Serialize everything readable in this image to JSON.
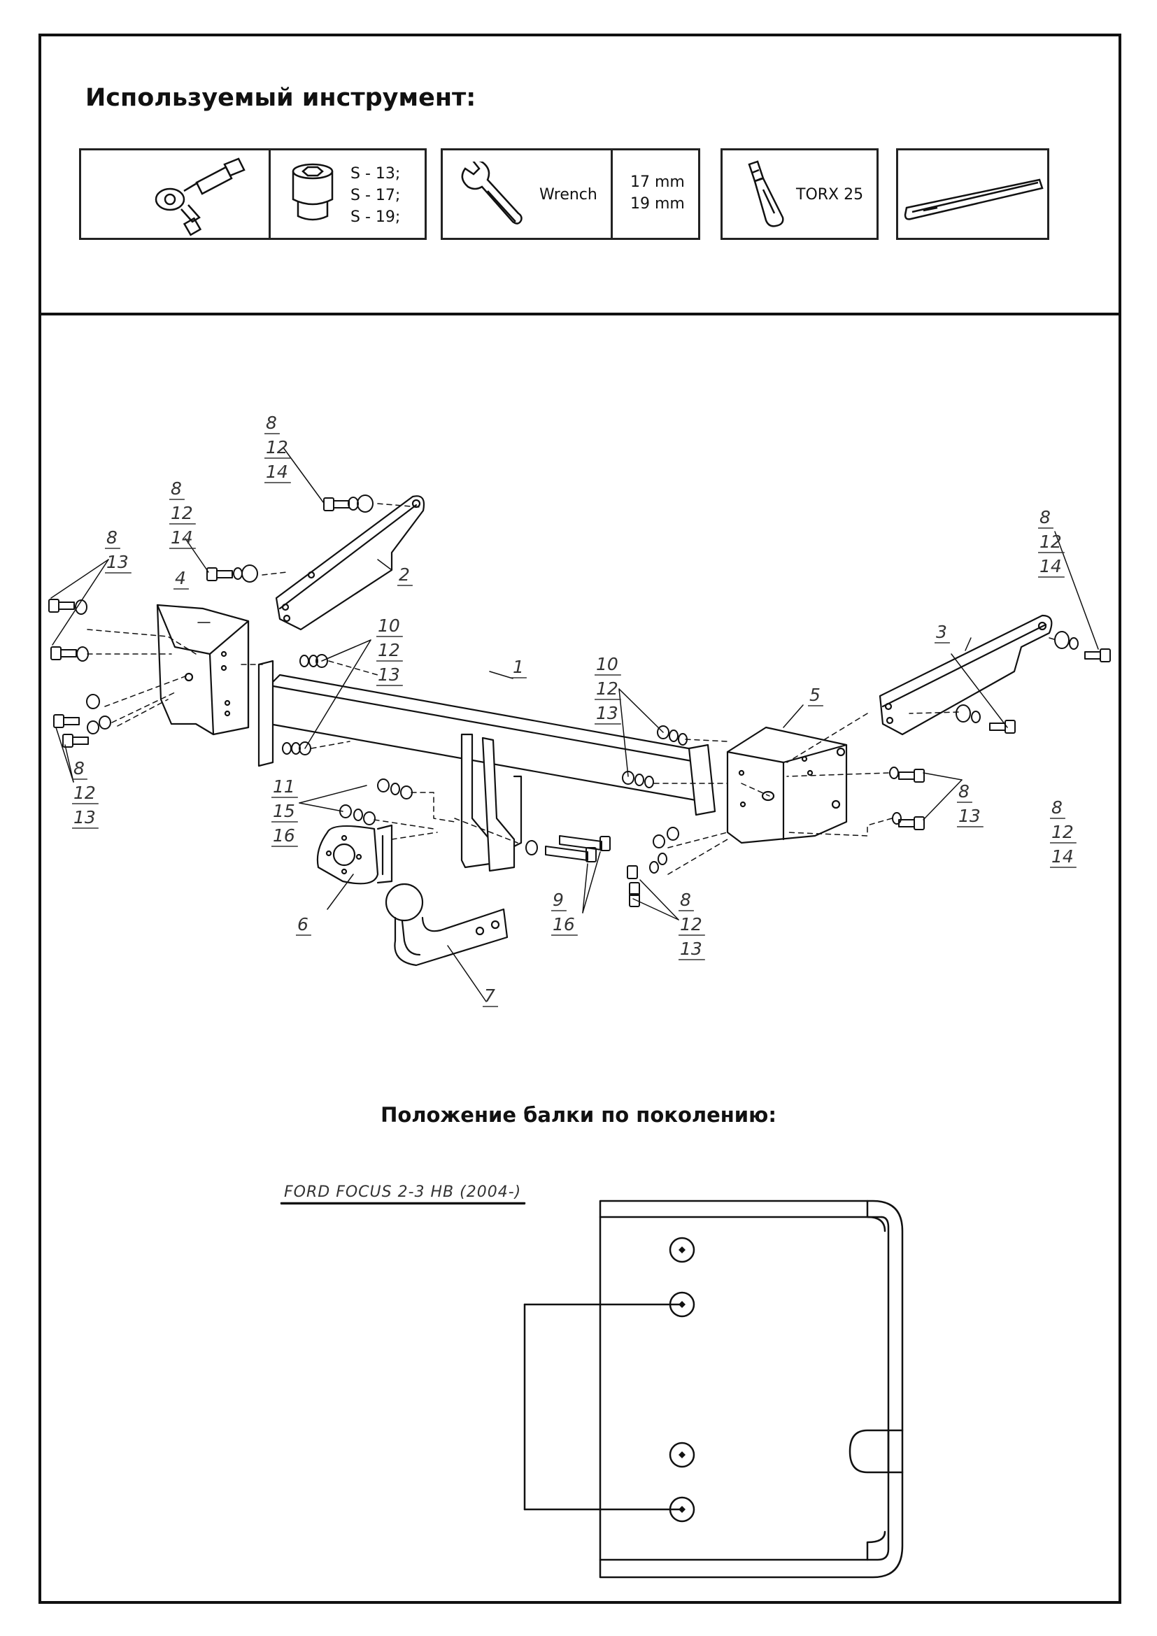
{
  "tools_heading": "Используемый инструмент:",
  "tools": {
    "socket_sizes": [
      "S - 13;",
      "S - 17;",
      "S - 19;"
    ],
    "wrench_label": "Wrench",
    "wrench_sizes": [
      "17 mm",
      "19 mm"
    ],
    "torx_label": "TORX 25"
  },
  "parts": {
    "c1": "1",
    "c2": "2",
    "c3": "3",
    "c4": "4",
    "c5": "5",
    "c6": "6",
    "c7": "7",
    "g_tl": [
      "8",
      "12",
      "14"
    ],
    "g_tl2": [
      "8",
      "12",
      "14"
    ],
    "g_left_top": [
      "8",
      "13"
    ],
    "g_left_bot": [
      "8",
      "12",
      "13"
    ],
    "g_mid_left": [
      "10",
      "12",
      "13"
    ],
    "g_mid": [
      "10",
      "12",
      "13"
    ],
    "g_right": [
      "8",
      "12",
      "14"
    ],
    "g_right_low": [
      "8",
      "12",
      "14"
    ],
    "g_right_bolts": [
      "8",
      "13"
    ],
    "g_11": [
      "11",
      "15",
      "16"
    ],
    "g_9": [
      "9",
      "16"
    ],
    "g_8b": [
      "8",
      "12",
      "13"
    ]
  },
  "generation_heading": "Положение балки по поколению:",
  "generation_label": "FORD FOCUS 2-3 HB (2004-)"
}
